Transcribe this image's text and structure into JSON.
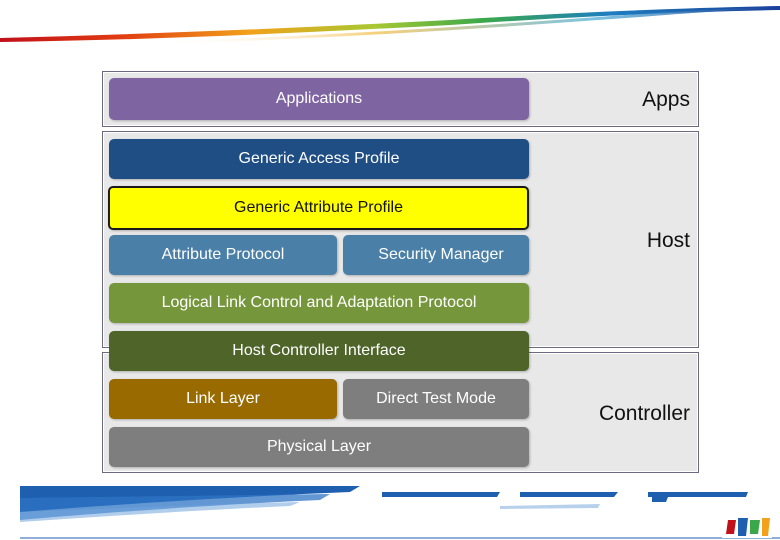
{
  "groups": {
    "apps": {
      "label": "Apps"
    },
    "host": {
      "label": "Host"
    },
    "controller": {
      "label": "Controller"
    }
  },
  "layers": {
    "applications": {
      "label": "Applications",
      "color": "#7f64a2"
    },
    "gap": {
      "label": "Generic Access Profile",
      "color": "#1f4e84"
    },
    "gatt": {
      "label": "Generic Attribute Profile",
      "color": "#ffff00",
      "border": "#1a1a1a"
    },
    "att": {
      "label": "Attribute Protocol",
      "color": "#4a7fa7"
    },
    "sm": {
      "label": "Security Manager",
      "color": "#4a7fa7"
    },
    "l2cap": {
      "label": "Logical Link Control and Adaptation Protocol",
      "color": "#76963c"
    },
    "hci": {
      "label": "Host Controller Interface",
      "color": "#4e6428"
    },
    "ll": {
      "label": "Link Layer",
      "color": "#986a00"
    },
    "dtm": {
      "label": "Direct Test Mode",
      "color": "#7e7e7e"
    },
    "phy": {
      "label": "Physical Layer",
      "color": "#7e7e7e"
    }
  },
  "colors": {
    "panel_background": "#e8e8e8",
    "panel_border": "#6a6a80",
    "brand_blue": "#1f5fb0"
  }
}
